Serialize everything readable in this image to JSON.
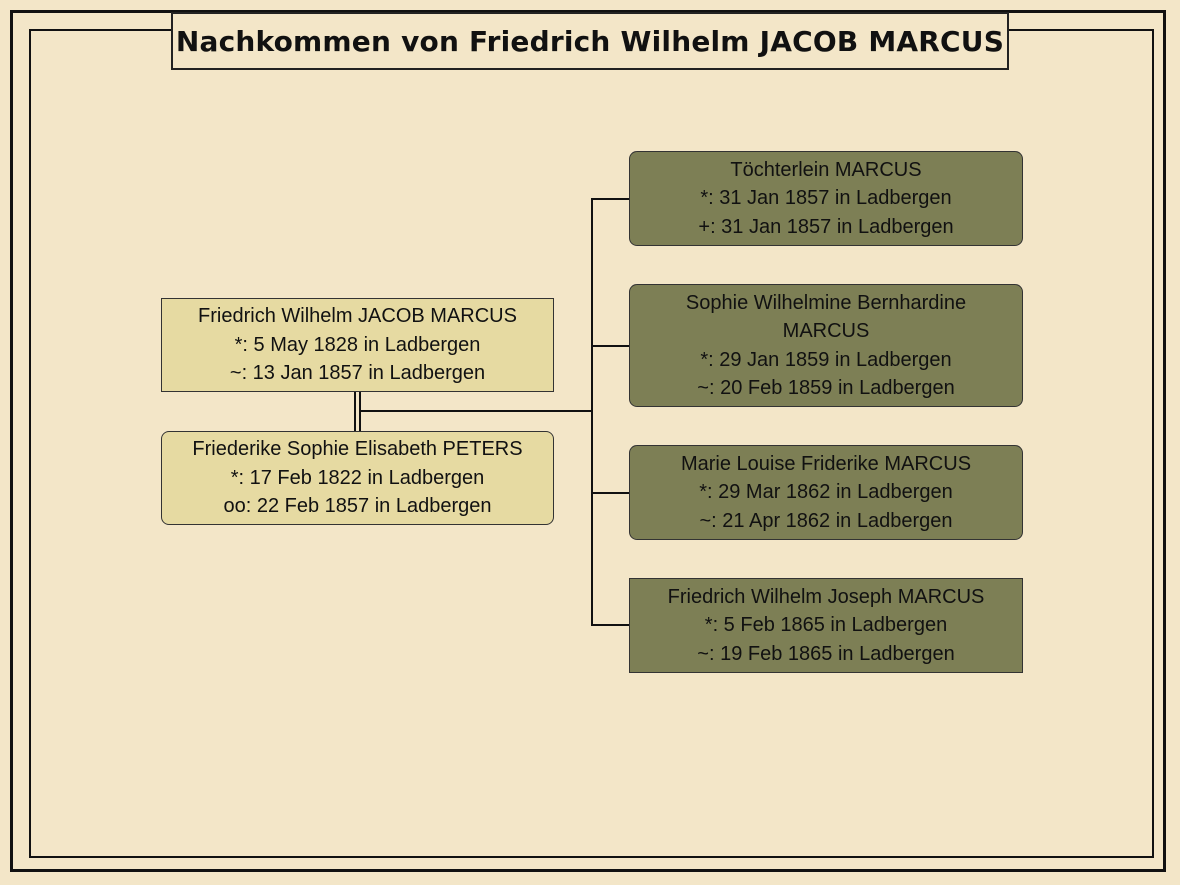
{
  "title": "Nachkommen von Friedrich Wilhelm JACOB MARCUS",
  "colors": {
    "background": "#f3e6c8",
    "parent_box": "#e6daa2",
    "child_box": "#7d7f55",
    "line": "#111111"
  },
  "parents": [
    {
      "name": "Friedrich Wilhelm JACOB MARCUS",
      "line1": "*: 5 May 1828 in Ladbergen",
      "line2": "~: 13 Jan 1857 in Ladbergen"
    },
    {
      "name": "Friederike Sophie Elisabeth PETERS",
      "line1": "*: 17 Feb 1822 in Ladbergen",
      "line2": "oo: 22 Feb 1857 in Ladbergen"
    }
  ],
  "children": [
    {
      "name": "Töchterlein MARCUS",
      "line1": "*: 31 Jan 1857 in Ladbergen",
      "line2": "+: 31 Jan 1857 in Ladbergen"
    },
    {
      "name": "Sophie Wilhelmine Bernhardine",
      "name2": "MARCUS",
      "line1": "*: 29 Jan 1859 in Ladbergen",
      "line2": "~: 20 Feb 1859 in Ladbergen"
    },
    {
      "name": "Marie Louise Friderike MARCUS",
      "line1": "*: 29 Mar 1862 in Ladbergen",
      "line2": "~: 21 Apr 1862 in Ladbergen"
    },
    {
      "name": "Friedrich Wilhelm Joseph MARCUS",
      "line1": "*: 5 Feb 1865 in Ladbergen",
      "line2": "~: 19 Feb 1865 in Ladbergen"
    }
  ]
}
